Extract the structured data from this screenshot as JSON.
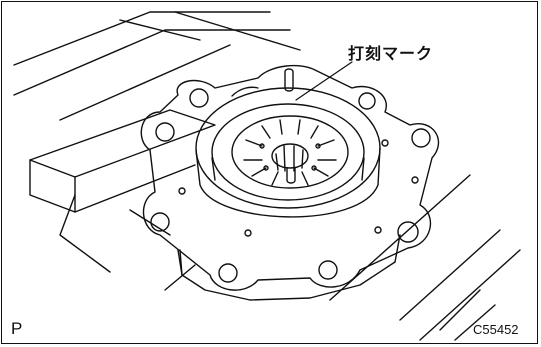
{
  "figure": {
    "callout_label": "打刻マーク",
    "corner_label": "P",
    "figure_code": "C55452"
  },
  "colors": {
    "line": "#111111",
    "background": "#ffffff"
  }
}
